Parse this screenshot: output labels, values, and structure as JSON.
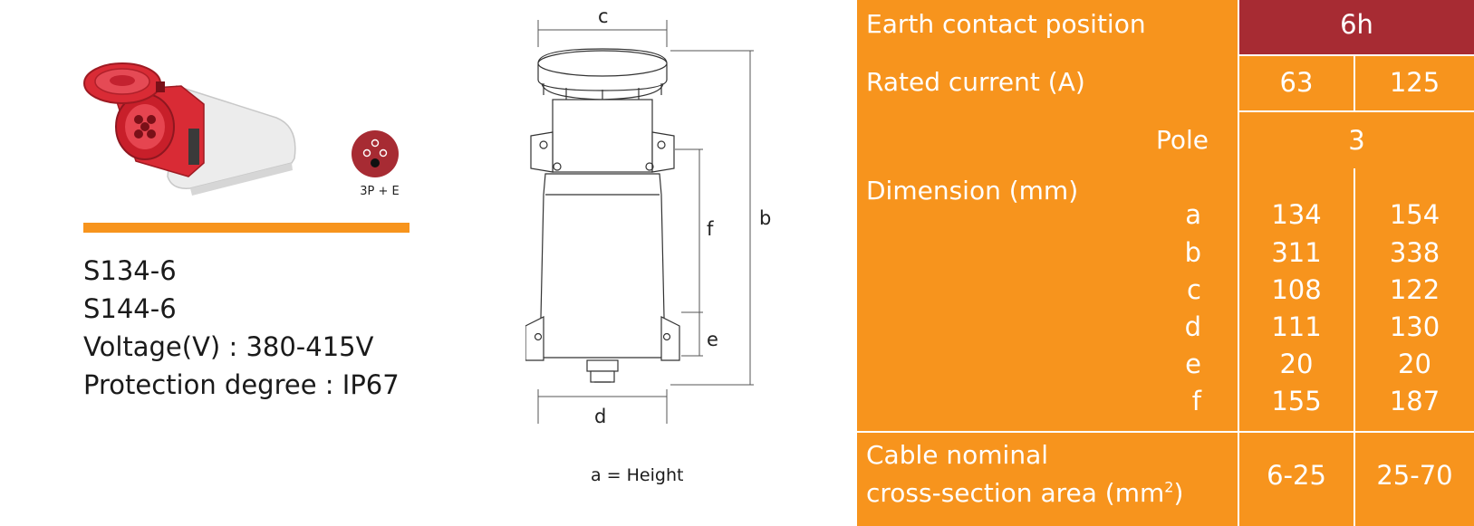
{
  "product": {
    "pin_caption": "3P + E",
    "models": [
      "S134-6",
      "S144-6"
    ],
    "voltage": "Voltage(V) : 380-415V",
    "protection": "Protection degree : IP67"
  },
  "drawing": {
    "labels": {
      "c": "c",
      "b": "b",
      "f": "f",
      "e": "e",
      "d": "d"
    },
    "height_note": "a = Height"
  },
  "table": {
    "earth_label": "Earth contact position",
    "earth_value": "6h",
    "current_label": "Rated current (A)",
    "current_values": [
      "63",
      "125"
    ],
    "pole_label": "Pole",
    "pole_value": "3",
    "dimension_label": "Dimension (mm)",
    "dimension_rows": [
      {
        "letter": "a",
        "v1": "134",
        "v2": "154"
      },
      {
        "letter": "b",
        "v1": "311",
        "v2": "338"
      },
      {
        "letter": "c",
        "v1": "108",
        "v2": "122"
      },
      {
        "letter": "d",
        "v1": "111",
        "v2": "130"
      },
      {
        "letter": "e",
        "v1": "20",
        "v2": "20"
      },
      {
        "letter": "f",
        "v1": "155",
        "v2": "187"
      }
    ],
    "cable_label_line1": "Cable nominal",
    "cable_label_line2": "cross-section area (mm",
    "cable_label_sup": "2",
    "cable_label_end": ")",
    "cable_values": [
      "6-25",
      "25-70"
    ]
  },
  "colors": {
    "orange": "#f7941d",
    "header_red": "#a72b33",
    "socket_red": "#d92b35"
  }
}
